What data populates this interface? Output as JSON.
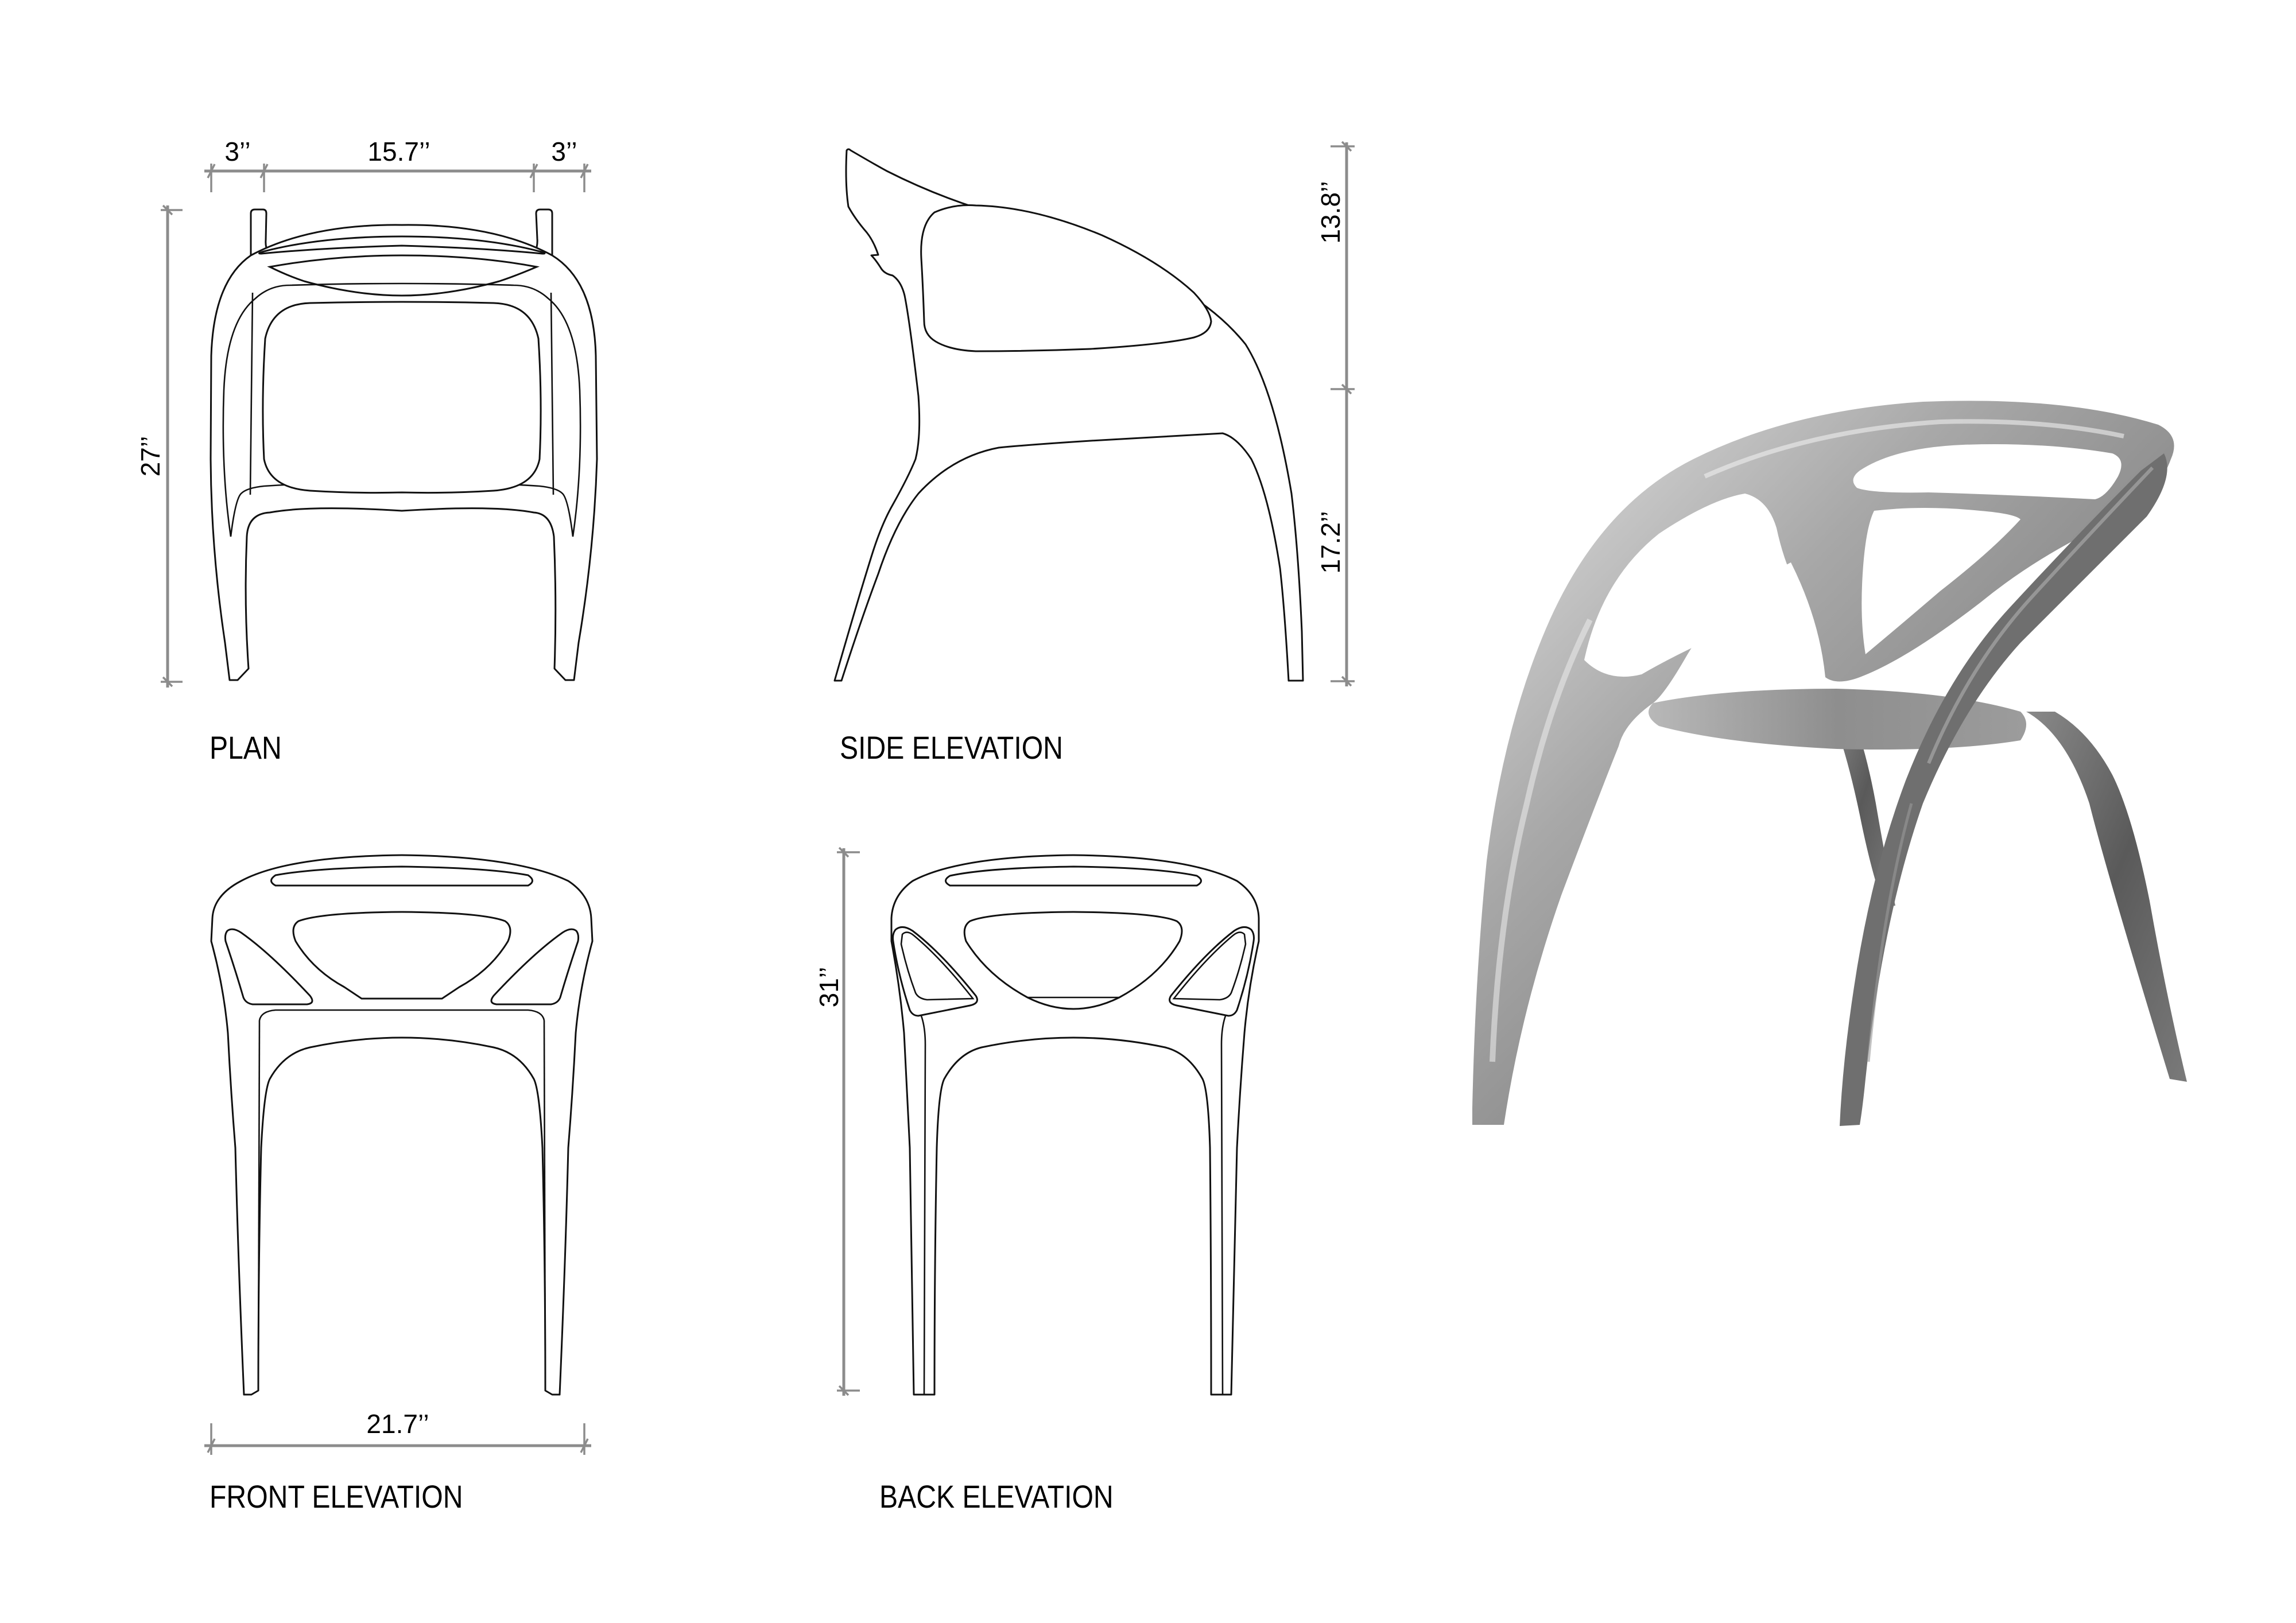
{
  "sheet": {
    "views": {
      "plan": {
        "label": "PLAN"
      },
      "side": {
        "label": "SIDE ELEVATION"
      },
      "front": {
        "label": "FRONT ELEVATION"
      },
      "back": {
        "label": "BACK ELEVATION"
      }
    },
    "dimensions": {
      "plan_left_arm": "3’’",
      "plan_seat_width": "15.7’’",
      "plan_right_arm": "3’’",
      "plan_depth": "27’’",
      "side_back_height": "13.8’’",
      "side_seat_height": "17.2’’",
      "back_total_height": "31’’",
      "front_total_width": "21.7’’"
    },
    "photo": {
      "subject": "cast aluminum chair render",
      "colors": {
        "highlight": "#d8d8d8",
        "mid": "#9a9a9a",
        "shadow": "#5f5f5f",
        "dark": "#3f3f3f"
      }
    },
    "colors": {
      "background": "#ffffff",
      "linework": "#111111",
      "dimension": "#8c8c8c",
      "text": "#000000"
    }
  }
}
